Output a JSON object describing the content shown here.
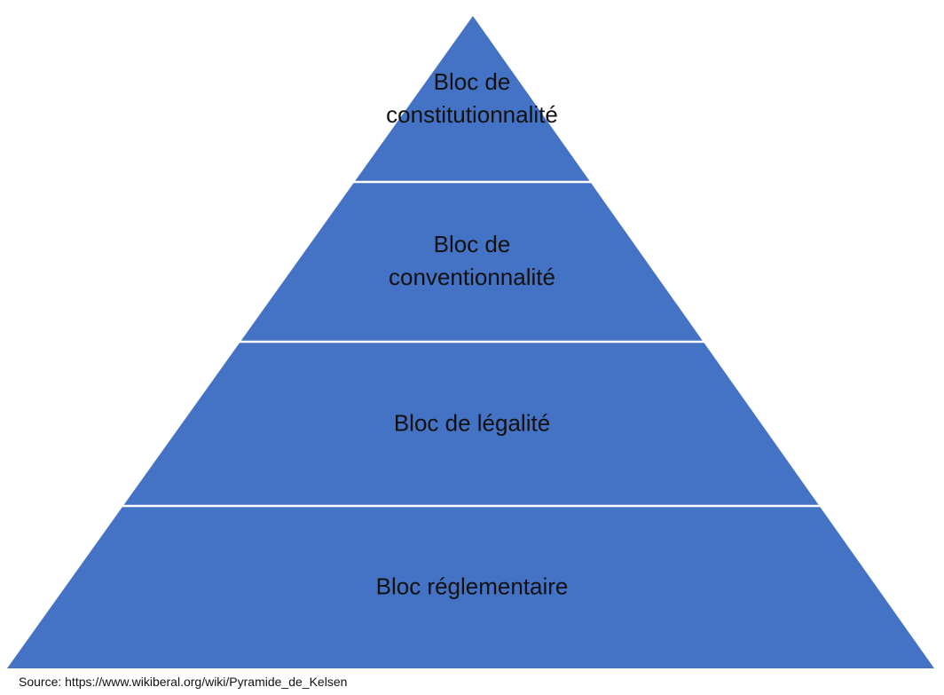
{
  "pyramid": {
    "fill_color": "#4472C4",
    "divider_color": "#FFFFFF",
    "levels": [
      {
        "label": "Bloc de\nconstitutionnalité"
      },
      {
        "label": "Bloc de\nconventionnalité"
      },
      {
        "label": "Bloc de légalité"
      },
      {
        "label": "Bloc réglementaire"
      }
    ]
  },
  "source": {
    "text": "Source: https://www.wikiberal.org/wiki/Pyramide_de_Kelsen"
  }
}
